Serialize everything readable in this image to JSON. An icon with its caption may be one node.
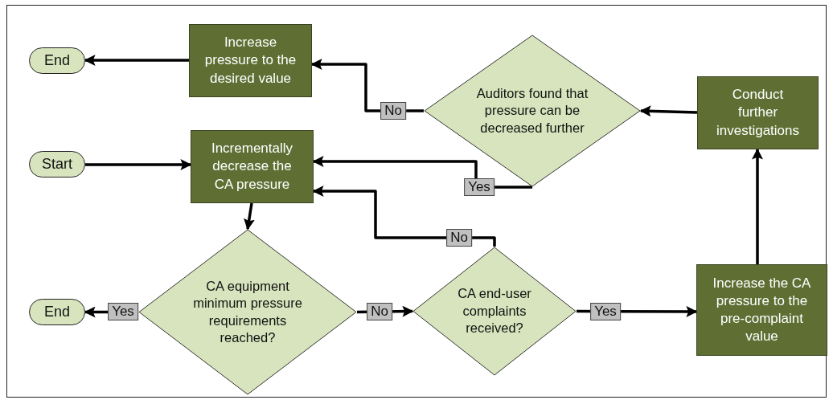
{
  "diagram": {
    "nodes": [
      {
        "text": [
          "End"
        ]
      },
      {
        "text": [
          "Increase pressure to the desired value"
        ]
      },
      {
        "text": [
          "Auditors found that pressure can be decreased further"
        ]
      },
      {
        "text": [
          "Conduct further investigations"
        ]
      },
      {
        "text": [
          "Start"
        ]
      },
      {
        "text": [
          "Incrementally decrease the CA pressure"
        ]
      },
      {
        "text": [
          "CA equipment minimum pressure requirements reached?"
        ]
      },
      {
        "text": [
          "End"
        ]
      },
      {
        "text": [
          "CA end-user complaints received?"
        ]
      },
      {
        "text": [
          "Increase the CA pressure to the pre-complaint value"
        ]
      }
    ],
    "edges": [
      {
        "from": 1,
        "to": 0,
        "arrow": "to"
      },
      {
        "from": 2,
        "to": 1,
        "arrow": "to",
        "label": "No"
      },
      {
        "from": 3,
        "to": 2,
        "arrow": "to"
      },
      {
        "from": 4,
        "to": 5,
        "arrow": "to"
      },
      {
        "from": 2,
        "to": 5,
        "arrow": "to",
        "label": "Yes"
      },
      {
        "from": 8,
        "to": 5,
        "arrow": "to",
        "label": "No"
      },
      {
        "from": 5,
        "to": 6,
        "arrow": "to"
      },
      {
        "from": 6,
        "to": 7,
        "arrow": "to",
        "label": "Yes"
      },
      {
        "from": 6,
        "to": 8,
        "arrow": "to",
        "label": "No"
      },
      {
        "from": 8,
        "to": 9,
        "arrow": "to",
        "label": "Yes"
      },
      {
        "from": 9,
        "to": 3,
        "arrow": "to"
      }
    ]
  }
}
